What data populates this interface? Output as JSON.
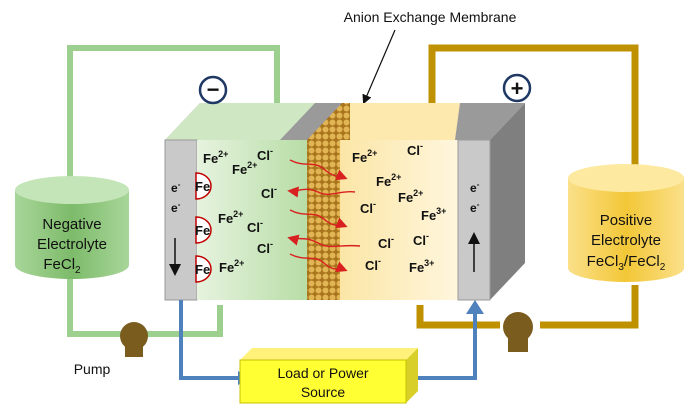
{
  "title": "Anion Exchange Membrane",
  "negative_sign": "−",
  "positive_sign": "+",
  "pump_label": "Pump",
  "load": {
    "line1": "Load or Power",
    "line2": "Source"
  },
  "negative_tank": {
    "line1": "Negative",
    "line2": "Electrolyte",
    "formula_main": "FeCl",
    "formula_sub": "2"
  },
  "positive_tank": {
    "line1": "Positive",
    "line2": "Electrolyte",
    "f1": "FeCl",
    "f1_sub": "3",
    "slash": "/",
    "f2": "FeCl",
    "f2_sub": "2"
  },
  "electron": {
    "base": "e",
    "sup": "-"
  },
  "fe_electrode": "Fe",
  "ions": {
    "fe2": {
      "base": "Fe",
      "sup": "2+"
    },
    "fe3": {
      "base": "Fe",
      "sup": "3+"
    },
    "cl": {
      "base": "Cl",
      "sup": "-"
    }
  },
  "colors": {
    "neg_pipe": "#9dd08f",
    "pos_pipe": "#bf9000",
    "neg_tank": "#8cc67a",
    "pos_tank": "#f6cf45",
    "flow_arrow": "#4f81bd",
    "load_box": "#ffff33",
    "membrane": "#c8962a",
    "ion_arrow": "#d92020"
  }
}
